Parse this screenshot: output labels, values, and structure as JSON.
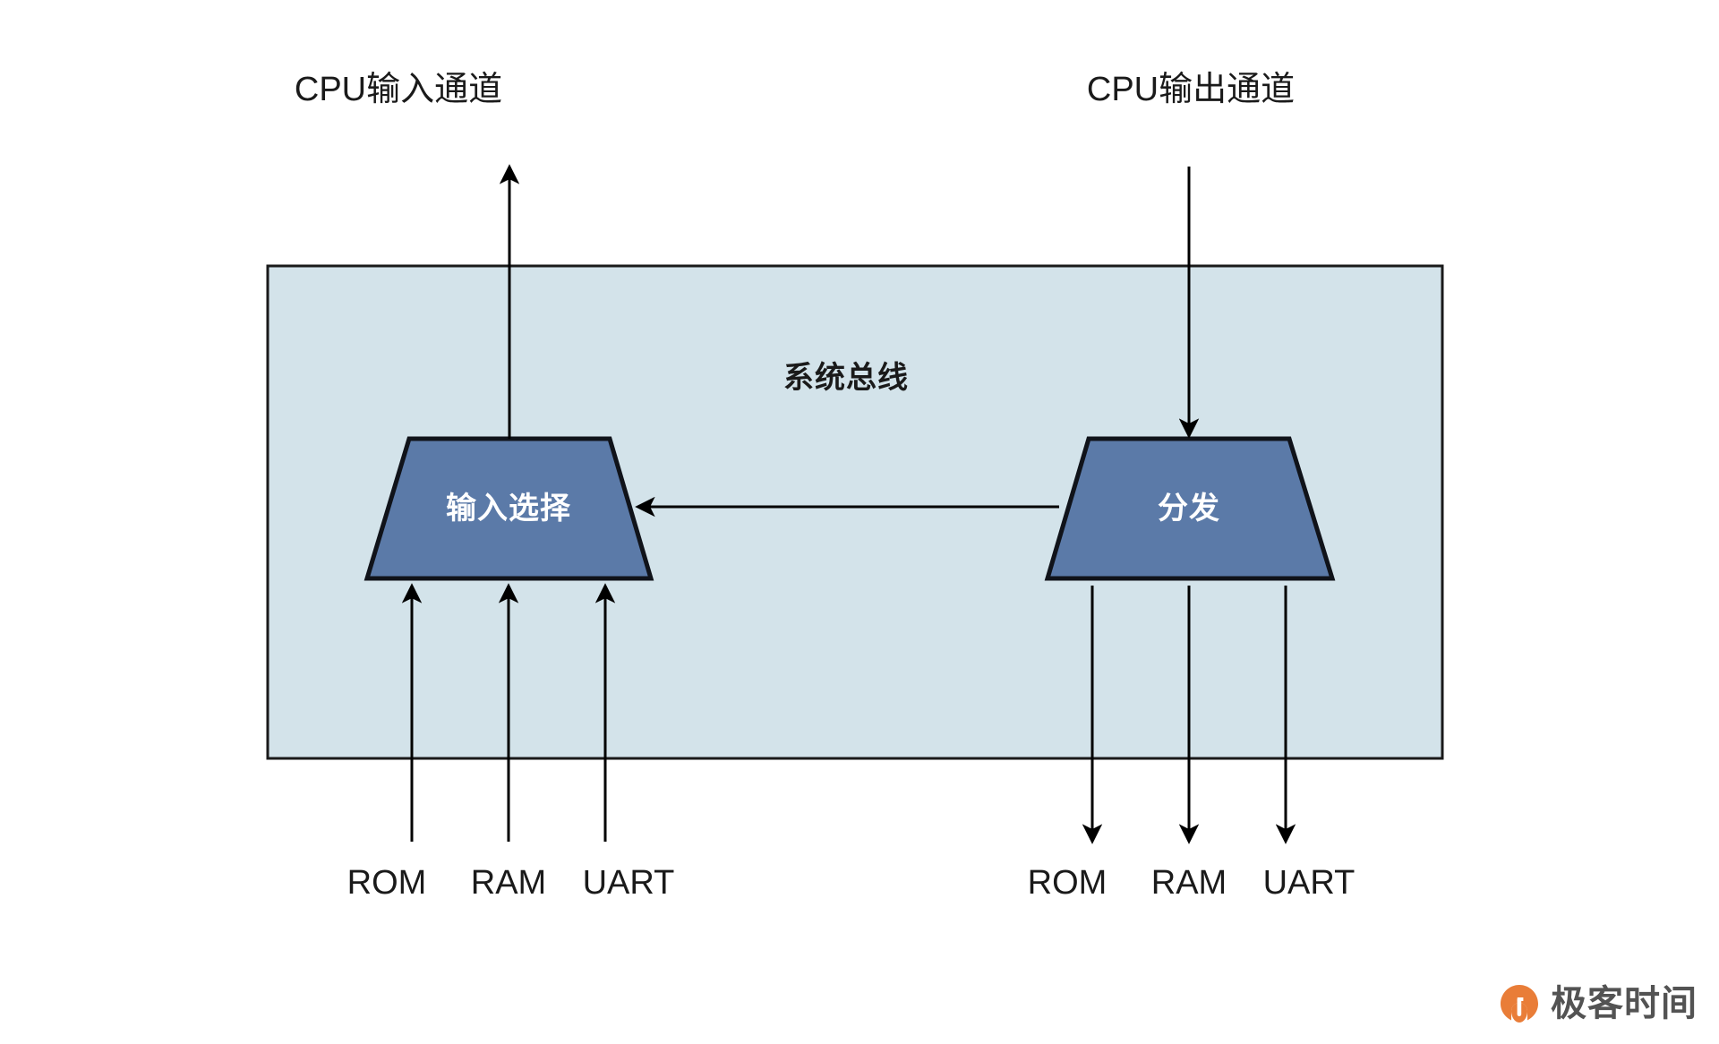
{
  "diagram": {
    "title_top_left": "CPU输入通道",
    "title_top_right": "CPU输出通道",
    "bus_label": "系统总线",
    "left_block_label": "输入选择",
    "right_block_label": "分发",
    "left_sources": [
      "ROM",
      "RAM",
      "UART"
    ],
    "right_targets": [
      "ROM",
      "RAM",
      "UART"
    ],
    "colors": {
      "bus_fill": "#d3e3ea",
      "bus_stroke": "#1a1a1a",
      "block_fill": "#5b7aa8",
      "block_stroke": "#10131a",
      "arrow": "#000000",
      "text": "#1a1a1a",
      "block_text": "#ffffff",
      "watermark_orange": "#e8772e",
      "watermark_text": "#4a4a4a"
    }
  },
  "watermark": {
    "text": "极客时间",
    "icon": "geektime-logo-icon"
  }
}
